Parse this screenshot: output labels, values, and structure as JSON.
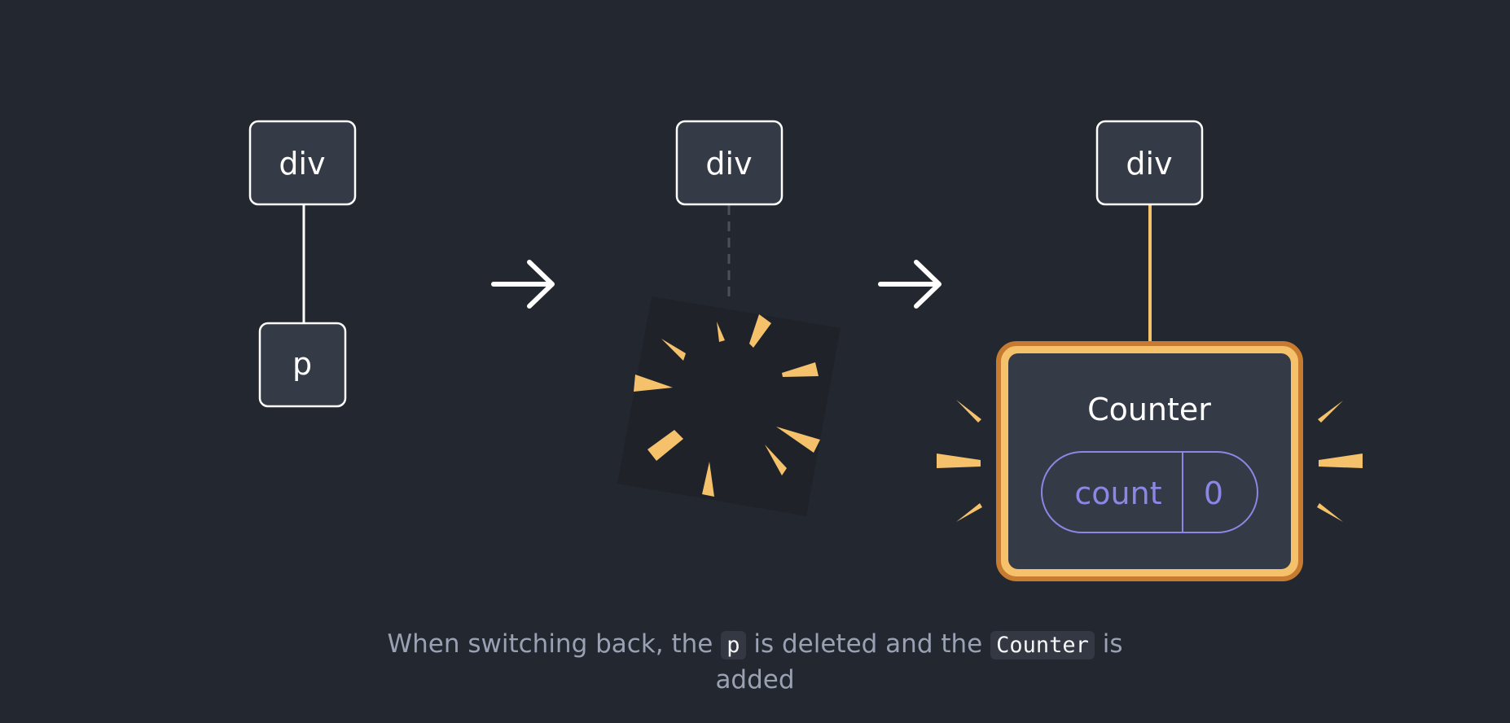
{
  "diagram": {
    "step1": {
      "parent_label": "div",
      "child_label": "p"
    },
    "step2": {
      "parent_label": "div"
    },
    "step3": {
      "parent_label": "div",
      "component_label": "Counter",
      "state_name": "count",
      "state_value": "0"
    }
  },
  "caption": {
    "text_before": "When switching back, the",
    "code_1": "p",
    "text_middle": "is deleted and the",
    "code_2": "Counter",
    "text_after": "is added"
  },
  "colors": {
    "background": "#23272f",
    "node_fill": "#343a46",
    "node_border": "#ffffff",
    "highlight": "#f5c26b",
    "highlight_border": "#c67b30",
    "state_purple": "#8a87e5",
    "caption_text": "#99a1b3"
  }
}
